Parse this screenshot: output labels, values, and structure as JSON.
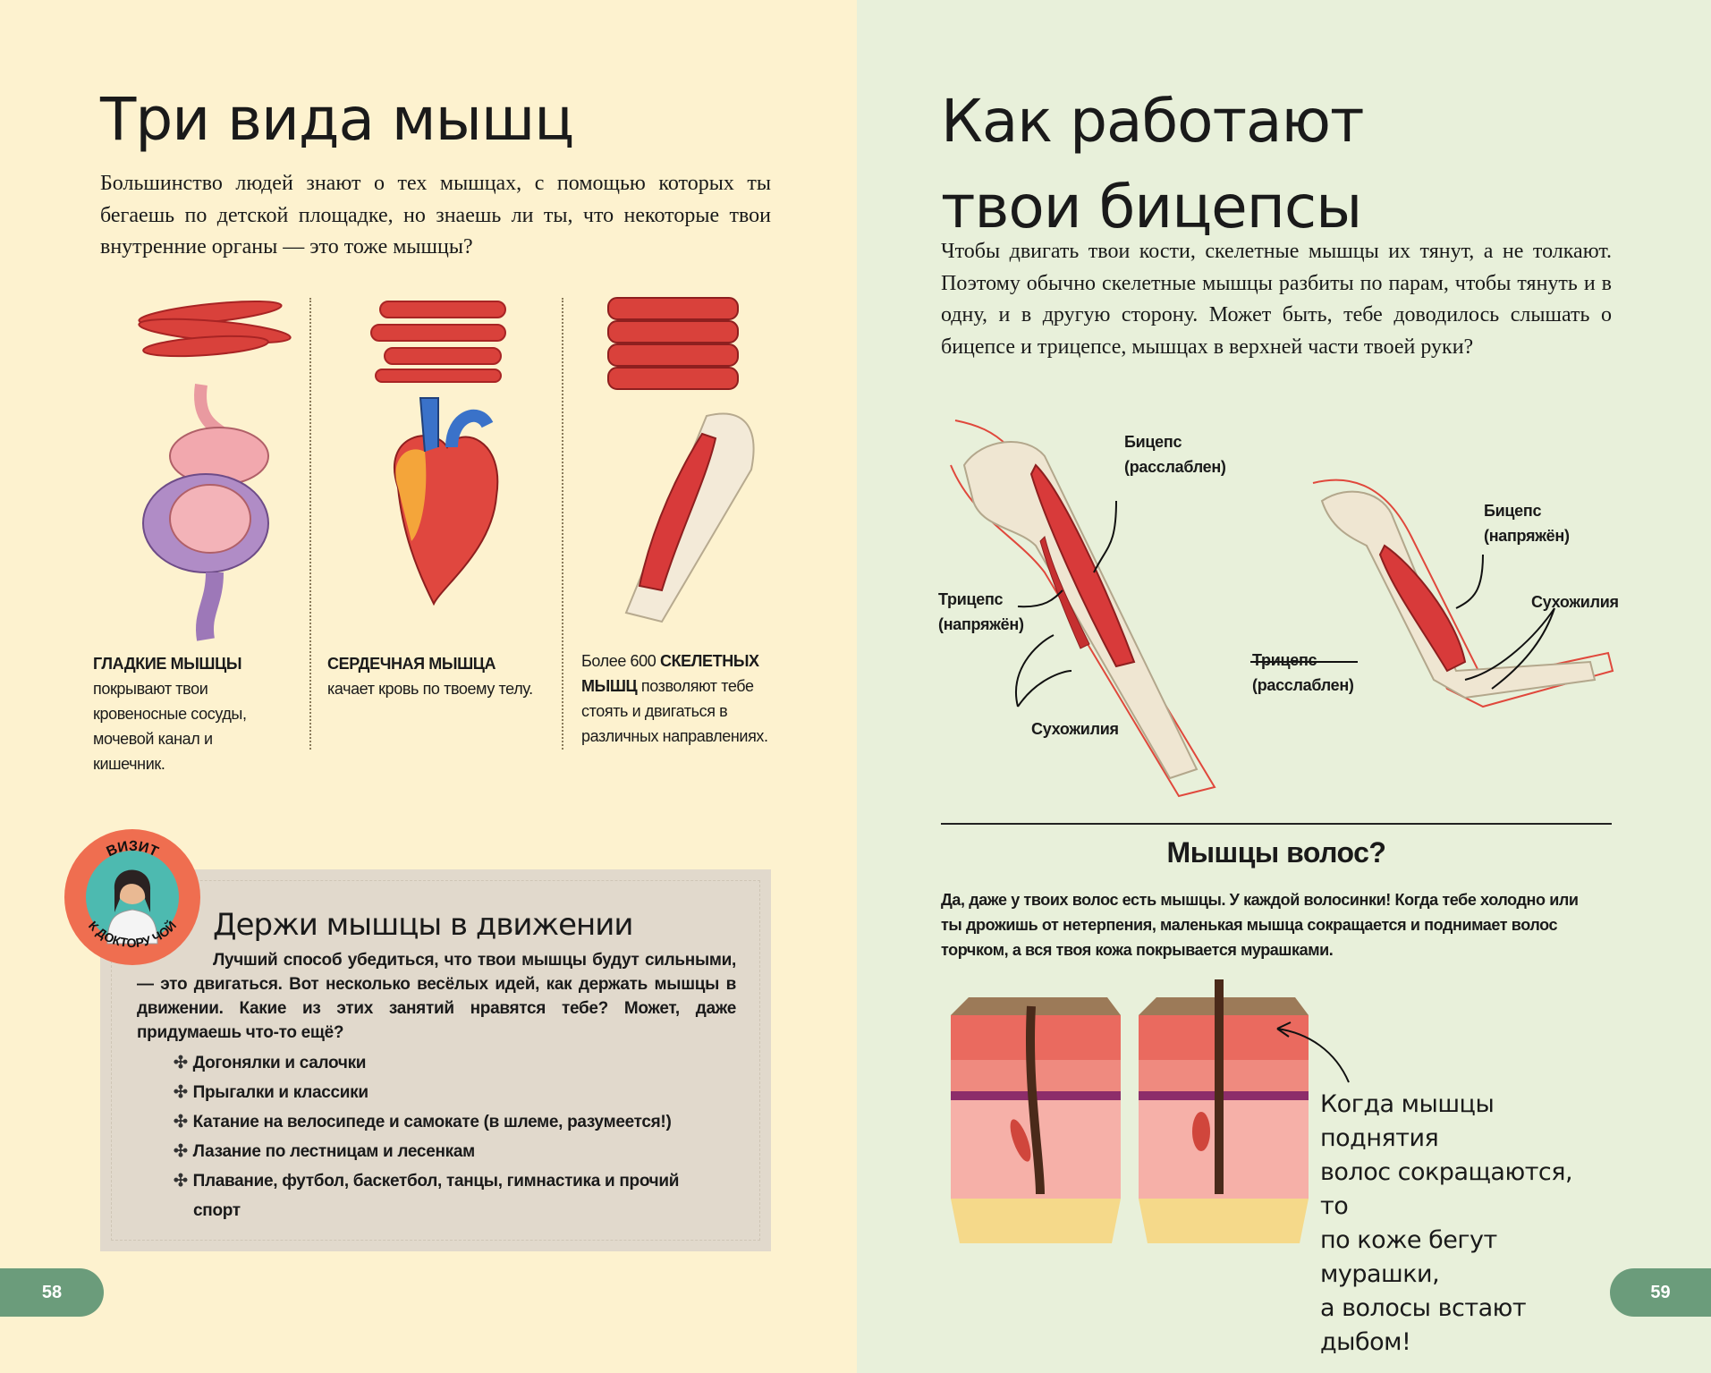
{
  "left_page": {
    "title": "Три вида мышц",
    "intro": "Большинство людей знают о тех мышцах, с помощью которых ты бегаешь по детской площадке, но знаешь ли ты, что некоторые твои внутренние органы — это тоже мышцы?",
    "columns": [
      {
        "bold": "ГЛАДКИЕ МЫШЦЫ",
        "text": " покрывают твои кровеносные сосуды, мочевой канал и кишечник."
      },
      {
        "bold": "СЕРДЕЧНАЯ МЫШЦА",
        "text": " качает кровь по твоему телу."
      },
      {
        "pre": "Более 600 ",
        "bold": "СКЕЛЕТНЫХ МЫШЦ",
        "text": " позволяют тебе стоять и двигаться в различных направлениях."
      }
    ],
    "badge": {
      "top": "ВИЗИТ",
      "bottom": "К ДОКТОРУ ЧОЙ"
    },
    "box": {
      "title": "Держи мышцы в движении",
      "text": "Лучший способ убедиться, что твои мышцы будут сильными, — это двигаться. Вот несколько весёлых идей, как держать мышцы в движении. Какие из этих занятий нравятся тебе? Может, даже придумаешь что-то ещё?",
      "bullet": "✣",
      "items": [
        "Догонялки и салочки",
        "Прыгалки и классики",
        "Катание на велосипеде и самокате (в шлеме, разумеется!)",
        "Лазание по лестницам и лесенкам",
        "Плавание, футбол, баскетбол, танцы, гимнастика и прочий спорт"
      ]
    },
    "page_number": "58"
  },
  "right_page": {
    "title_line1": "Как работают",
    "title_line2": "твои бицепсы",
    "intro": "Чтобы двигать твои кости, скелетные мышцы их тянут, а не толкают. Поэтому обычно скелетные мышцы разбиты по парам, чтобы тянуть и в одну, и в другую сторону. Может быть, тебе доводилось слышать о бицепсе и трицепсе, мышцах в верхней части твоей руки?",
    "labels": {
      "biceps_relaxed_1": "Бицепс",
      "biceps_relaxed_2": "(расслаблен)",
      "triceps_tense_1": "Трицепс",
      "triceps_tense_2": "(напряжён)",
      "tendons_1": "Сухожилия",
      "biceps_tense_1": "Бицепс",
      "biceps_tense_2": "(напряжён)",
      "tendons_2": "Сухожилия",
      "triceps_relaxed_1": "Трицепс",
      "triceps_relaxed_2": "(расслаблен)"
    },
    "hair_title": "Мышцы волос?",
    "hair_text": "Да, даже у твоих волос есть мышцы. У каждой волосинки! Когда тебе холодно или ты дрожишь от нетерпения, маленькая мышца сокращается и поднимает волос торчком, а вся твоя кожа покрывается мурашками.",
    "hand_note": [
      "Когда мышцы поднятия",
      "волос сокращаются, то",
      "по коже бегут мурашки,",
      "а волосы встают дыбом!"
    ],
    "page_number": "59"
  },
  "colors": {
    "left_bg": "#fdf2cf",
    "right_bg": "#e8f0da",
    "box_bg": "#e1d9cc",
    "pill": "#6b9c7b",
    "badge": "#ef6e50",
    "badge_inner": "#4dbab0",
    "muscle": "#d83a3a"
  }
}
